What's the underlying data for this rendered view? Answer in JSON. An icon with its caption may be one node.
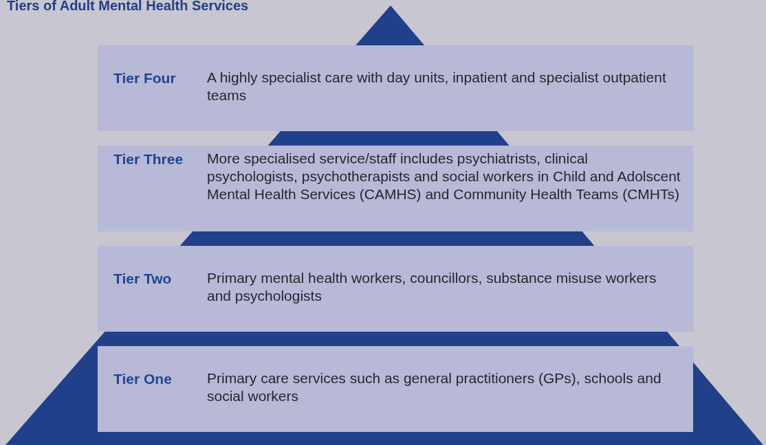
{
  "diagram": {
    "title": "Tiers of Adult Mental Health Services",
    "nodes": [
      {
        "text": [
          "Tier Four",
          "A highly specialist care with day units, inpatient and specialist outpatient teams"
        ]
      },
      {
        "text": [
          "Tier Three",
          "More specialised service/staff includes psychiatrists, clinical psychologists, psychotherapists and social workers in Child and Adolscent Mental Health Services (CAMHS) and Community Health Teams (CMHTs)"
        ]
      },
      {
        "text": [
          "Tier Two",
          "Primary mental health workers, councillors, substance misuse workers and psychologists"
        ]
      },
      {
        "text": [
          "Tier One",
          "Primary care services such as general practitioners (GPs), schools and social workers"
        ]
      }
    ]
  }
}
